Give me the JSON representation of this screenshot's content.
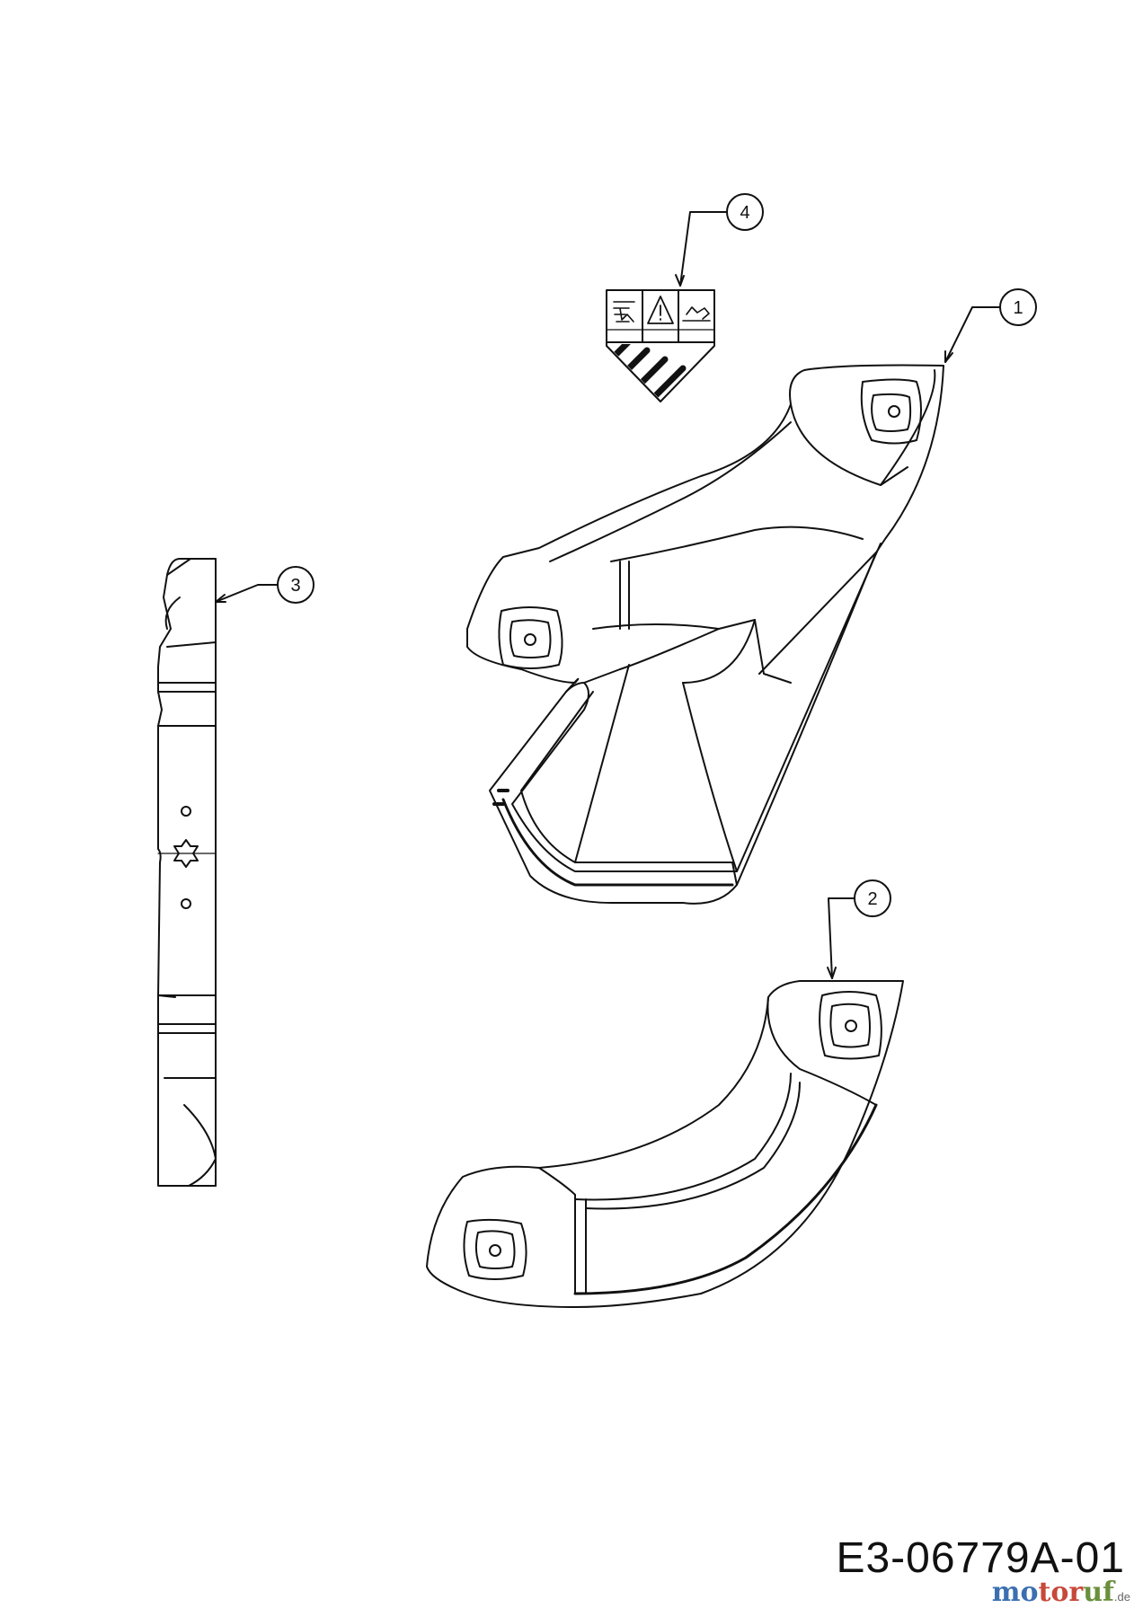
{
  "drawing_number": "E3-06779A-01",
  "watermark": {
    "part1": "mo",
    "part2": "tor",
    "part3": "uf",
    "domain": ".de"
  },
  "callouts": [
    {
      "number": "1",
      "part": "mulch-chute-insert"
    },
    {
      "number": "2",
      "part": "deflector-shield"
    },
    {
      "number": "3",
      "part": "mower-blade"
    },
    {
      "number": "4",
      "part": "warning-label"
    }
  ],
  "colors": {
    "line": "#111111",
    "background": "#ffffff"
  }
}
